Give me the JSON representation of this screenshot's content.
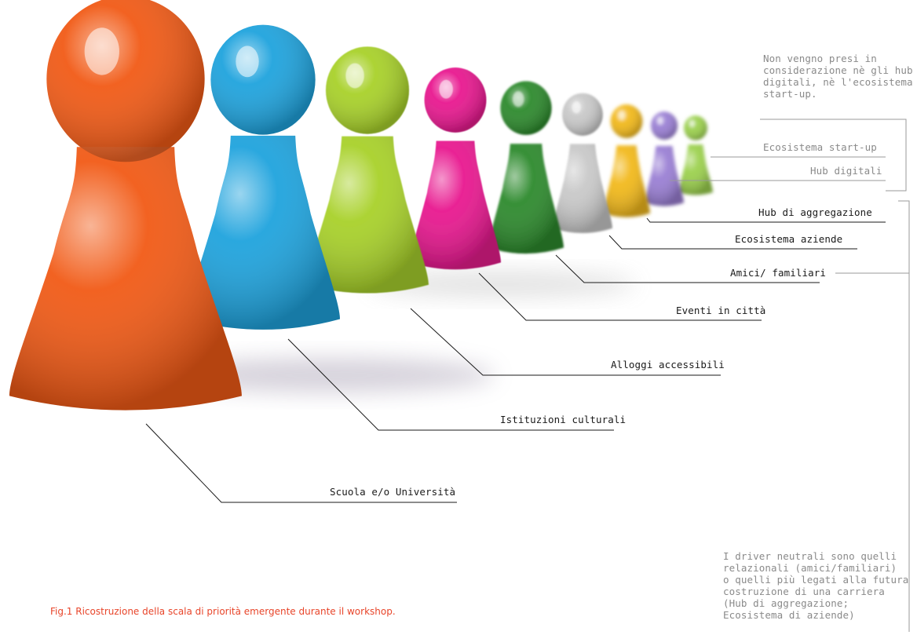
{
  "pawn_colors": {
    "orange": "#f15a16",
    "blue": "#1fa3dd",
    "lime": "#a8d12a",
    "magenta": "#e8188f",
    "green": "#2d8a2d",
    "gray": "#c9c9c9",
    "yellow": "#f2b91c",
    "purple": "#9a7fd4",
    "lightgreen": "#9cd14e"
  },
  "labels": {
    "scuola": "Scuola e/o Università",
    "istituzioni": "Istituzioni culturali",
    "alloggi": "Alloggi accessibili",
    "eventi": "Eventi in città",
    "amici": "Amici/ familiari",
    "ecosistema_aziende": "Ecosistema aziende",
    "hub_aggregazione": "Hub di aggregazione",
    "hub_digitali": "Hub digitali",
    "ecosistema_startup": "Ecosistema start-up"
  },
  "notes": {
    "excluded": [
      "Non vengno presi in",
      "considerazione nè gli hub",
      "digitali, nè l'ecosistema",
      "start-up."
    ],
    "neutral": [
      "I driver neutrali sono quelli",
      "relazionali (amici/familiari)",
      "o quelli più legati alla futura",
      "costruzione di una carriera",
      "(Hub di aggregazione;",
      "Ecosistema di aziende)"
    ]
  },
  "caption": "Fig.1 Ricostruzione della scala di priorità emergente durante il workshop."
}
